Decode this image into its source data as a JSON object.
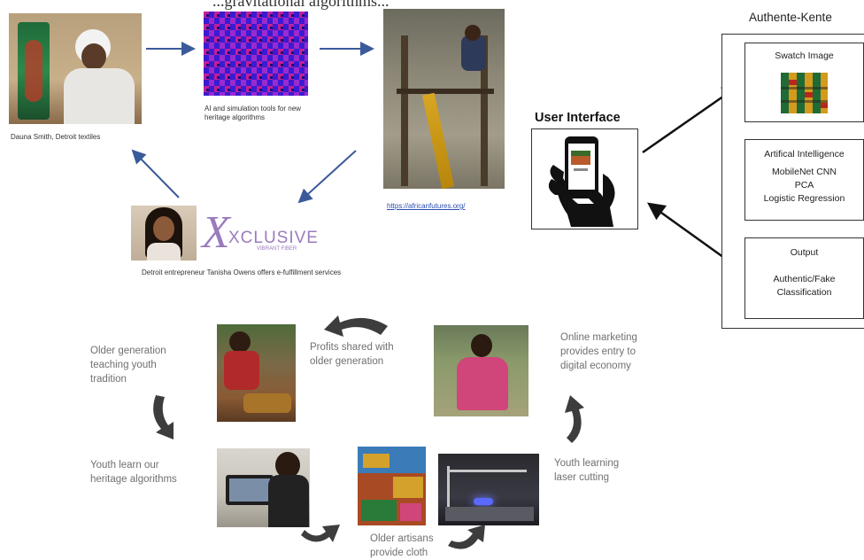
{
  "top_text": "...gravitational algorithms...",
  "top_flow": {
    "elder_caption": "Dauna Smith, Detroit textiles",
    "ai_caption": "AI and simulation tools for new heritage algorithms",
    "loom_link": "https://africanfutures.org/",
    "entrepreneur_caption": "Detroit entrepreneur Tanisha Owens offers e-fulfillment services",
    "logo_main": "XCLUSIVE",
    "logo_sub": "VIBRANT FIBER"
  },
  "system": {
    "title": "Authente-Kente",
    "ui_label": "User Interface",
    "swatch_label": "Swatch Image",
    "ai_title": "Artifical Intelligence",
    "ai_items": [
      "MobileNet CNN",
      "PCA",
      "Logistic Regression"
    ],
    "output_title": "Output",
    "output_text": [
      "Authentic/Fake",
      "Classification"
    ]
  },
  "cycle": {
    "older_teaching": [
      "Older generation",
      "teaching youth",
      "tradition"
    ],
    "profits": [
      "Profits shared with",
      "older generation"
    ],
    "online": [
      "Online marketing",
      "provides entry to",
      "digital economy"
    ],
    "youth_learn": [
      "Youth learn our",
      "heritage algorithms"
    ],
    "youth_laser": [
      "Youth learning",
      "laser cutting"
    ],
    "older_artisans": [
      "Older artisans",
      "provide cloth"
    ]
  },
  "colors": {
    "flow_arrow": "#3b5a9a",
    "cycle_arrow": "#3d3d3d",
    "weave_blue": "#3a1bd1",
    "weave_magenta": "#c01f9b",
    "logo_purple": "#9a7bbd"
  }
}
